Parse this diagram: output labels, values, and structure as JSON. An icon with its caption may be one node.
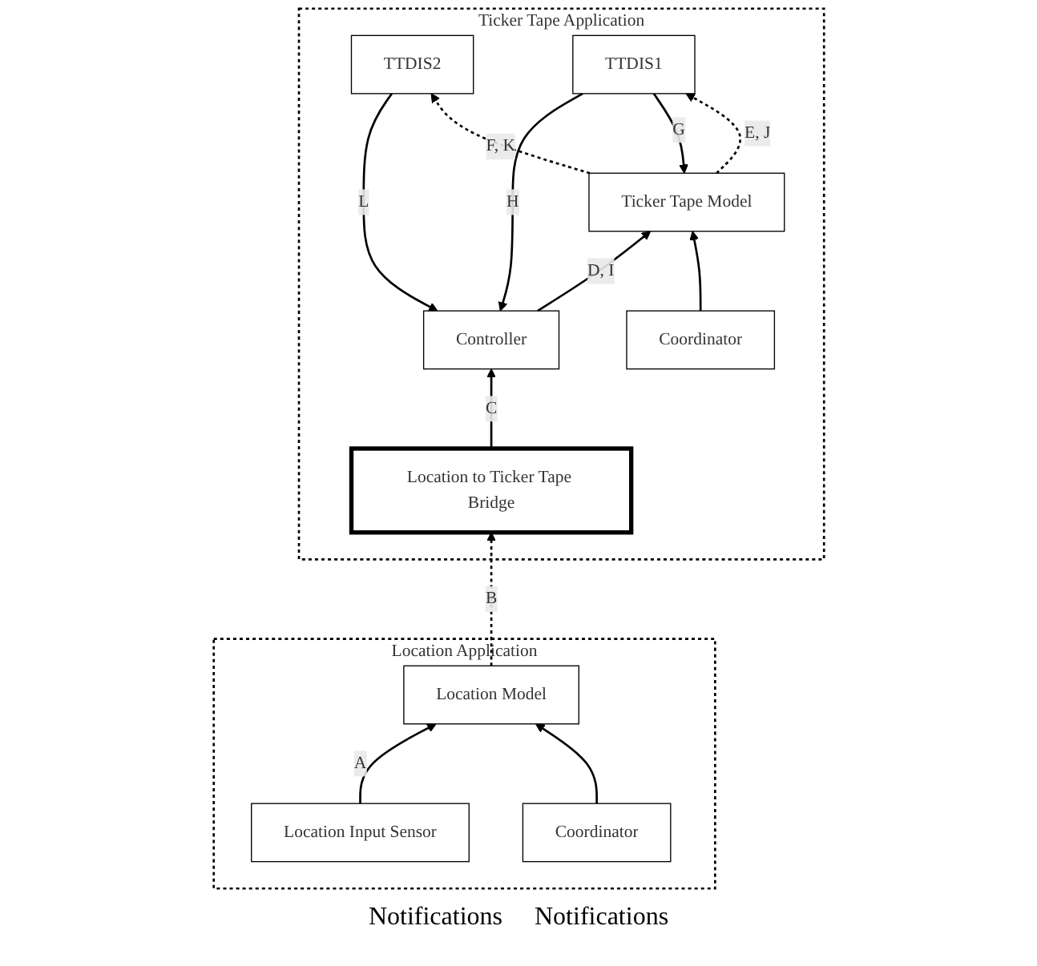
{
  "diagram": {
    "nodes": [
      {
        "text": [
          "Location Application"
        ]
      },
      {
        "text": [
          "Coordinator"
        ],
        "in": 0
      },
      {
        "text": [
          "Location Model"
        ],
        "in": 0
      },
      {
        "text": [
          "Location Input Sensor"
        ],
        "in": 0
      },
      {
        "text": [
          "Ticker Tape Application"
        ]
      },
      {
        "text": [
          "Coordinator"
        ],
        "in": 4
      },
      {
        "text": [
          "Ticker Tape Model"
        ],
        "in": 4
      },
      {
        "text": [
          "Controller"
        ],
        "in": 4
      },
      {
        "text": [
          "Location to Ticker Tape Bridge"
        ],
        "in": 4
      },
      {
        "text": [
          "TTDIS2"
        ],
        "in": 4
      },
      {
        "text": [
          "TTDIS1"
        ],
        "in": 4
      }
    ],
    "edges": [
      {
        "from": 1,
        "to": 2,
        "arrow": "to"
      },
      {
        "from": 3,
        "to": 2,
        "arrow": "to",
        "label": "A"
      },
      {
        "from": 2,
        "to": 8,
        "arrow": "to",
        "label": "B",
        "style": "dashed"
      },
      {
        "from": 5,
        "to": 6,
        "arrow": "to"
      },
      {
        "from": 7,
        "to": 6,
        "arrow": "to",
        "label": "D, I"
      },
      {
        "from": 6,
        "to": 10,
        "arrow": "to",
        "label": "E, J",
        "style": "dashed"
      },
      {
        "from": 6,
        "to": 9,
        "arrow": "to",
        "label": "F, K",
        "style": "dashed"
      },
      {
        "from": 10,
        "to": 6,
        "arrow": "to",
        "label": "G"
      },
      {
        "from": 8,
        "to": 7,
        "arrow": "to",
        "label": "C"
      },
      {
        "from": 10,
        "to": 7,
        "arrow": "to",
        "label": "H"
      },
      {
        "from": 9,
        "to": 7,
        "arrow": "to",
        "label": "L"
      }
    ],
    "labels": [
      "Notifications",
      "Notifications"
    ]
  }
}
